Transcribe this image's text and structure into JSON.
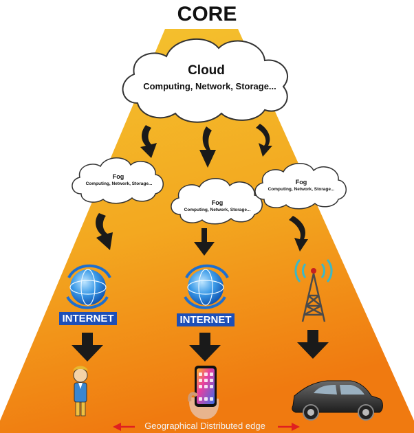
{
  "diagram": {
    "core_label": "CORE",
    "main_cloud": {
      "title": "Cloud",
      "subtitle": "Computing, Network, Storage..."
    },
    "fog_nodes": [
      {
        "title": "Fog",
        "subtitle": "Computing, Network, Storage..."
      },
      {
        "title": "Fog",
        "subtitle": "Computing, Network, Storage..."
      },
      {
        "title": "Fog",
        "subtitle": "Computing, Network, Storage..."
      }
    ],
    "access_nodes": [
      {
        "icon": "internet-globe-icon",
        "label": "INTERNET"
      },
      {
        "icon": "internet-globe-icon",
        "label": "INTERNET"
      },
      {
        "icon": "cell-tower-icon",
        "label": ""
      }
    ],
    "end_devices": [
      {
        "icon": "person-icon"
      },
      {
        "icon": "smartphone-icon"
      },
      {
        "icon": "car-icon"
      }
    ],
    "edge_label": "Geographical Distributed edge",
    "colors": {
      "gradient_top": "#f4c430",
      "gradient_bottom": "#f07a10",
      "arrow": "#1a1a1a",
      "edge_arrow": "#e02020",
      "internet_label_bg": "#1d4fb8"
    }
  }
}
